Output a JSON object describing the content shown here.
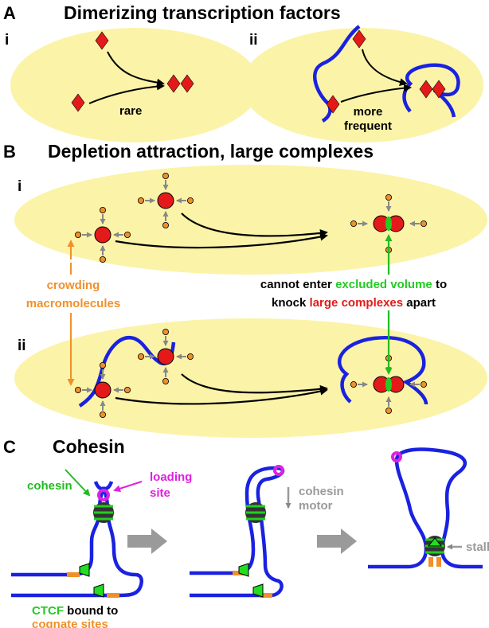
{
  "panels": {
    "A": {
      "letter": "A",
      "title": "Dimerizing transcription factors",
      "sub_i": "i",
      "sub_ii": "ii",
      "rare": "rare",
      "more_frequent_1": "more",
      "more_frequent_2": "frequent"
    },
    "B": {
      "letter": "B",
      "title": "Depletion attraction, large complexes",
      "sub_i": "i",
      "sub_ii": "ii",
      "crowding_1": "crowding",
      "crowding_2": "macromolecules",
      "line1_a": "cannot enter ",
      "line1_b": "excluded volume",
      "line1_c": " to",
      "line2_a": "knock ",
      "line2_b": "large complexes",
      "line2_c": " apart"
    },
    "C": {
      "letter": "C",
      "title": "Cohesin",
      "cohesin": "cohesin",
      "loading_1": "loading",
      "loading_2": "site",
      "motor_1": "cohesin",
      "motor_2": "motor",
      "stalls": "stalls",
      "ctcf_a": "CTCF",
      "ctcf_b": " bound to",
      "cognate": "cognate sites"
    }
  },
  "colors": {
    "cell": "#fbf3a8",
    "dna": "#1a22e0",
    "factor": "#e41a1a",
    "crowder": "#f0902a",
    "excluded": "#22cc22",
    "loading": "#e020e0",
    "arrow_gray": "#9a9a9a"
  }
}
